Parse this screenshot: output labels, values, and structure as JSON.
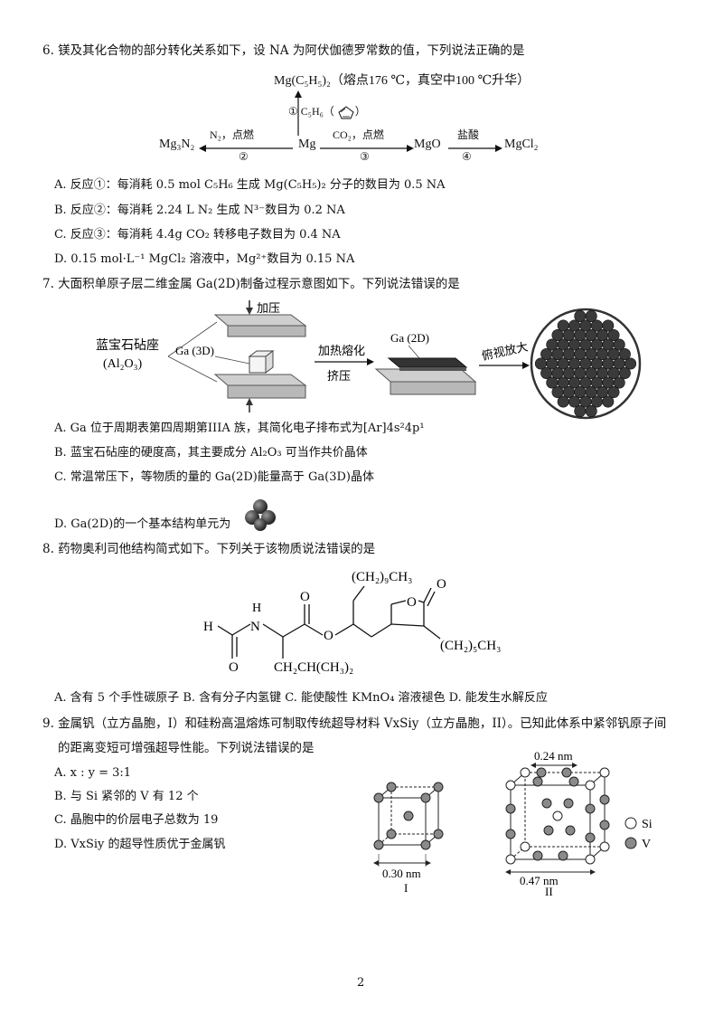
{
  "q6": {
    "stem": "6. 镁及其化合物的部分转化关系如下，设 NA 为阿伏伽德罗常数的值，下列说法正确的是",
    "scheme": {
      "top_compound": "Mg(C₅H₅)₂（熔点176 ℃，真空中100 ℃升华）",
      "up_label": "① C₅H₆（",
      "up_label_end": "）",
      "center": "Mg",
      "left_product": "Mg₃N₂",
      "left_reagent": "N₂，点燃",
      "left_step": "②",
      "right_reagent": "CO₂，点燃",
      "right_step": "③",
      "mgo": "MgO",
      "acid": "盐酸",
      "acid_step": "④",
      "mgcl2": "MgCl₂"
    },
    "options": [
      "A. 反应①：每消耗 0.5 mol C₅H₆ 生成 Mg(C₅H₅)₂ 分子的数目为 0.5 NA",
      "B. 反应②：每消耗 2.24 L N₂ 生成 N³⁻数目为 0.2 NA",
      "C. 反应③：每消耗 4.4g CO₂ 转移电子数目为 0.4 NA",
      "D. 0.15 mol·L⁻¹ MgCl₂ 溶液中，Mg²⁺数目为 0.15 NA"
    ]
  },
  "q7": {
    "stem": "7. 大面积单原子层二维金属 Ga(2D)制备过程示意图如下。下列说法错误的是",
    "diagram": {
      "pressure": "加压",
      "sapphire": "蓝宝石砧座",
      "al2o3": "(Al₂O₃)",
      "ga3d": "Ga (3D)",
      "heat": "加热熔化",
      "squeeze": "挤压",
      "ga2d": "Ga (2D)",
      "topview": "俯视放大"
    },
    "options": [
      "A. Ga 位于周期表第四周期第IIIA 族，其简化电子排布式为[Ar]4s²4p¹",
      "B. 蓝宝石砧座的硬度高，其主要成分 Al₂O₃ 可当作共价晶体",
      "C. 常温常压下，等物质的量的 Ga(2D)能量高于 Ga(3D)晶体",
      "D. Ga(2D)的一个基本结构单元为"
    ]
  },
  "q8": {
    "stem": "8. 药物奥利司他结构简式如下。下列关于该物质说法错误的是",
    "structure": {
      "top_chain": "(CH₂)₉CH₃",
      "right_chain": "(CH₂)₅CH₃",
      "bottom_chain": "CH₂CH(CH₃)₂",
      "h_left": "H",
      "h_n": "H",
      "n": "N",
      "o_ald": "O",
      "o_ester_top": "O",
      "o_ester": "O",
      "o_ring": "O",
      "o_lactone": "O"
    },
    "options": "A. 含有 5 个手性碳原子   B. 含有分子内氢键   C. 能使酸性 KMnO₄ 溶液褪色   D. 能发生水解反应"
  },
  "q9": {
    "stem_line1": "9. 金属钒（立方晶胞，I）和硅粉高温熔炼可制取传统超导材料 VxSiy（立方晶胞，II）。已知此体系中紧邻钒原子间",
    "stem_line2": "的距离变短可增强超导性能。下列说法错误的是",
    "options": [
      "A. x : y = 3:1",
      "B. 与 Si 紧邻的 V 有 12 个",
      "C. 晶胞中的价层电子总数为 19",
      "D. VxSiy 的超导性质优于金属钒"
    ],
    "cell1": {
      "dim": "0.30 nm",
      "label": "I"
    },
    "cell2": {
      "dim_top": "0.24 nm",
      "dim_bottom": "0.47 nm",
      "label": "II"
    },
    "legend": {
      "si": "Si",
      "v": "V"
    }
  },
  "page_number": "2",
  "colors": {
    "text": "#111111",
    "atom_dark": "#555555",
    "atom_light": "#ffffff",
    "plate": "#d0d0d0"
  }
}
